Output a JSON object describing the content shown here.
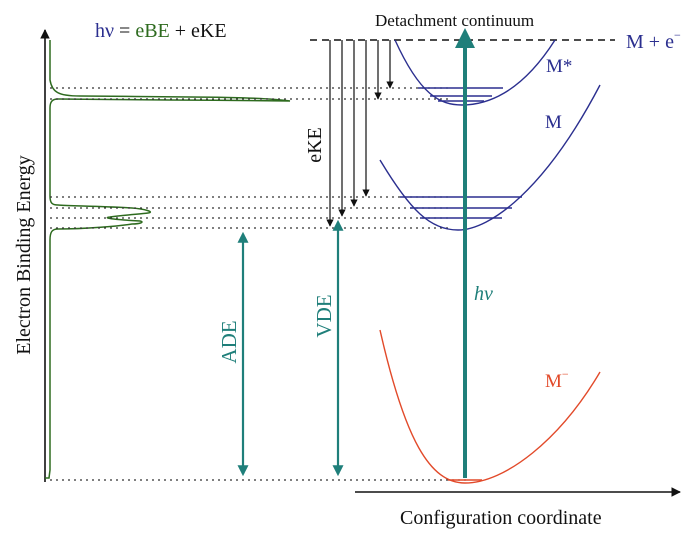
{
  "equation": {
    "hv": "hν",
    "equals": " = ",
    "ebe": "eBE",
    "plus": " + ",
    "eke": "eKE"
  },
  "labels": {
    "y_axis": "Electron Binding Energy",
    "x_axis": "Configuration coordinate",
    "continuum": "Detachment continuum",
    "m_plus_e": "M + e",
    "m_plus_e_sup": "−",
    "m_star": "M*",
    "m": "M",
    "m_minus": "M",
    "m_minus_sup": "−",
    "eke_vertical": "eKE",
    "ade": "ADE",
    "vde": "VDE",
    "hv_arrow": "hν"
  },
  "colors": {
    "axis": "#111111",
    "spectrum": "#2e6b1f",
    "neutral_curves": "#2b2f8f",
    "anion_curve": "#e24a2a",
    "teal_arrows": "#1f7f7a",
    "dotted": "#333333"
  }
}
